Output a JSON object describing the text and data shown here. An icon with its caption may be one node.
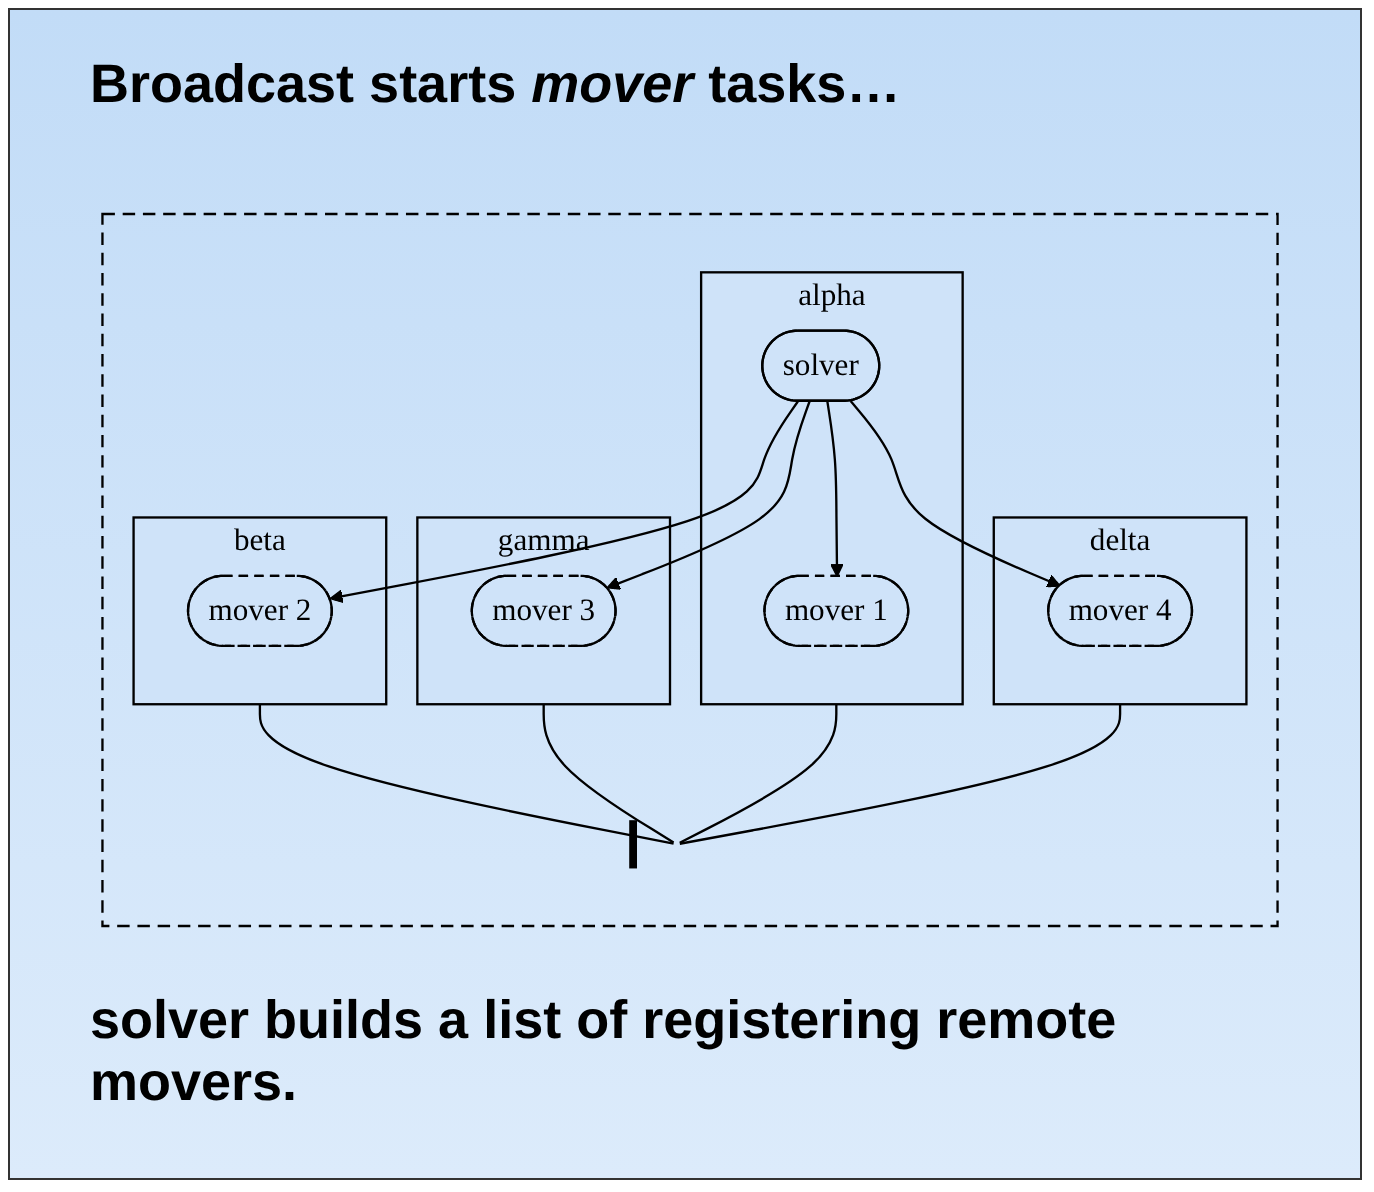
{
  "diagram": {
    "title": "Broadcast starts *mover* tasks…",
    "caption": "solver builds a list of registering remote movers.",
    "nodes": [
      {
        "text": [],
        "shape": "box"
      },
      {
        "text": [
          "beta"
        ],
        "in": 0
      },
      {
        "text": [
          "mover 2"
        ],
        "in": 1
      },
      {
        "text": [
          "gamma"
        ],
        "in": 0
      },
      {
        "text": [
          "mover 3"
        ],
        "in": 3
      },
      {
        "text": [
          "alpha"
        ],
        "in": 0
      },
      {
        "text": [
          "mover 1"
        ],
        "in": 5
      },
      {
        "text": [
          "solver"
        ],
        "in": 5
      },
      {
        "text": [
          "delta"
        ],
        "in": 0
      },
      {
        "text": [
          "mover 4"
        ],
        "in": 8
      },
      {
        "text": [],
        "shape": "bar",
        "in": 0
      }
    ],
    "edges": [
      {
        "from": 1,
        "to": 10,
        "arrow": "none"
      },
      {
        "from": 3,
        "to": 10,
        "arrow": "none"
      },
      {
        "from": 5,
        "to": 10,
        "arrow": "none"
      },
      {
        "from": 8,
        "to": 10,
        "arrow": "none"
      },
      {
        "from": 7,
        "to": 6,
        "arrow": "to"
      },
      {
        "from": 7,
        "to": 2,
        "arrow": "to"
      },
      {
        "from": 7,
        "to": 4,
        "arrow": "to"
      },
      {
        "from": 7,
        "to": 9,
        "arrow": "to"
      }
    ]
  }
}
